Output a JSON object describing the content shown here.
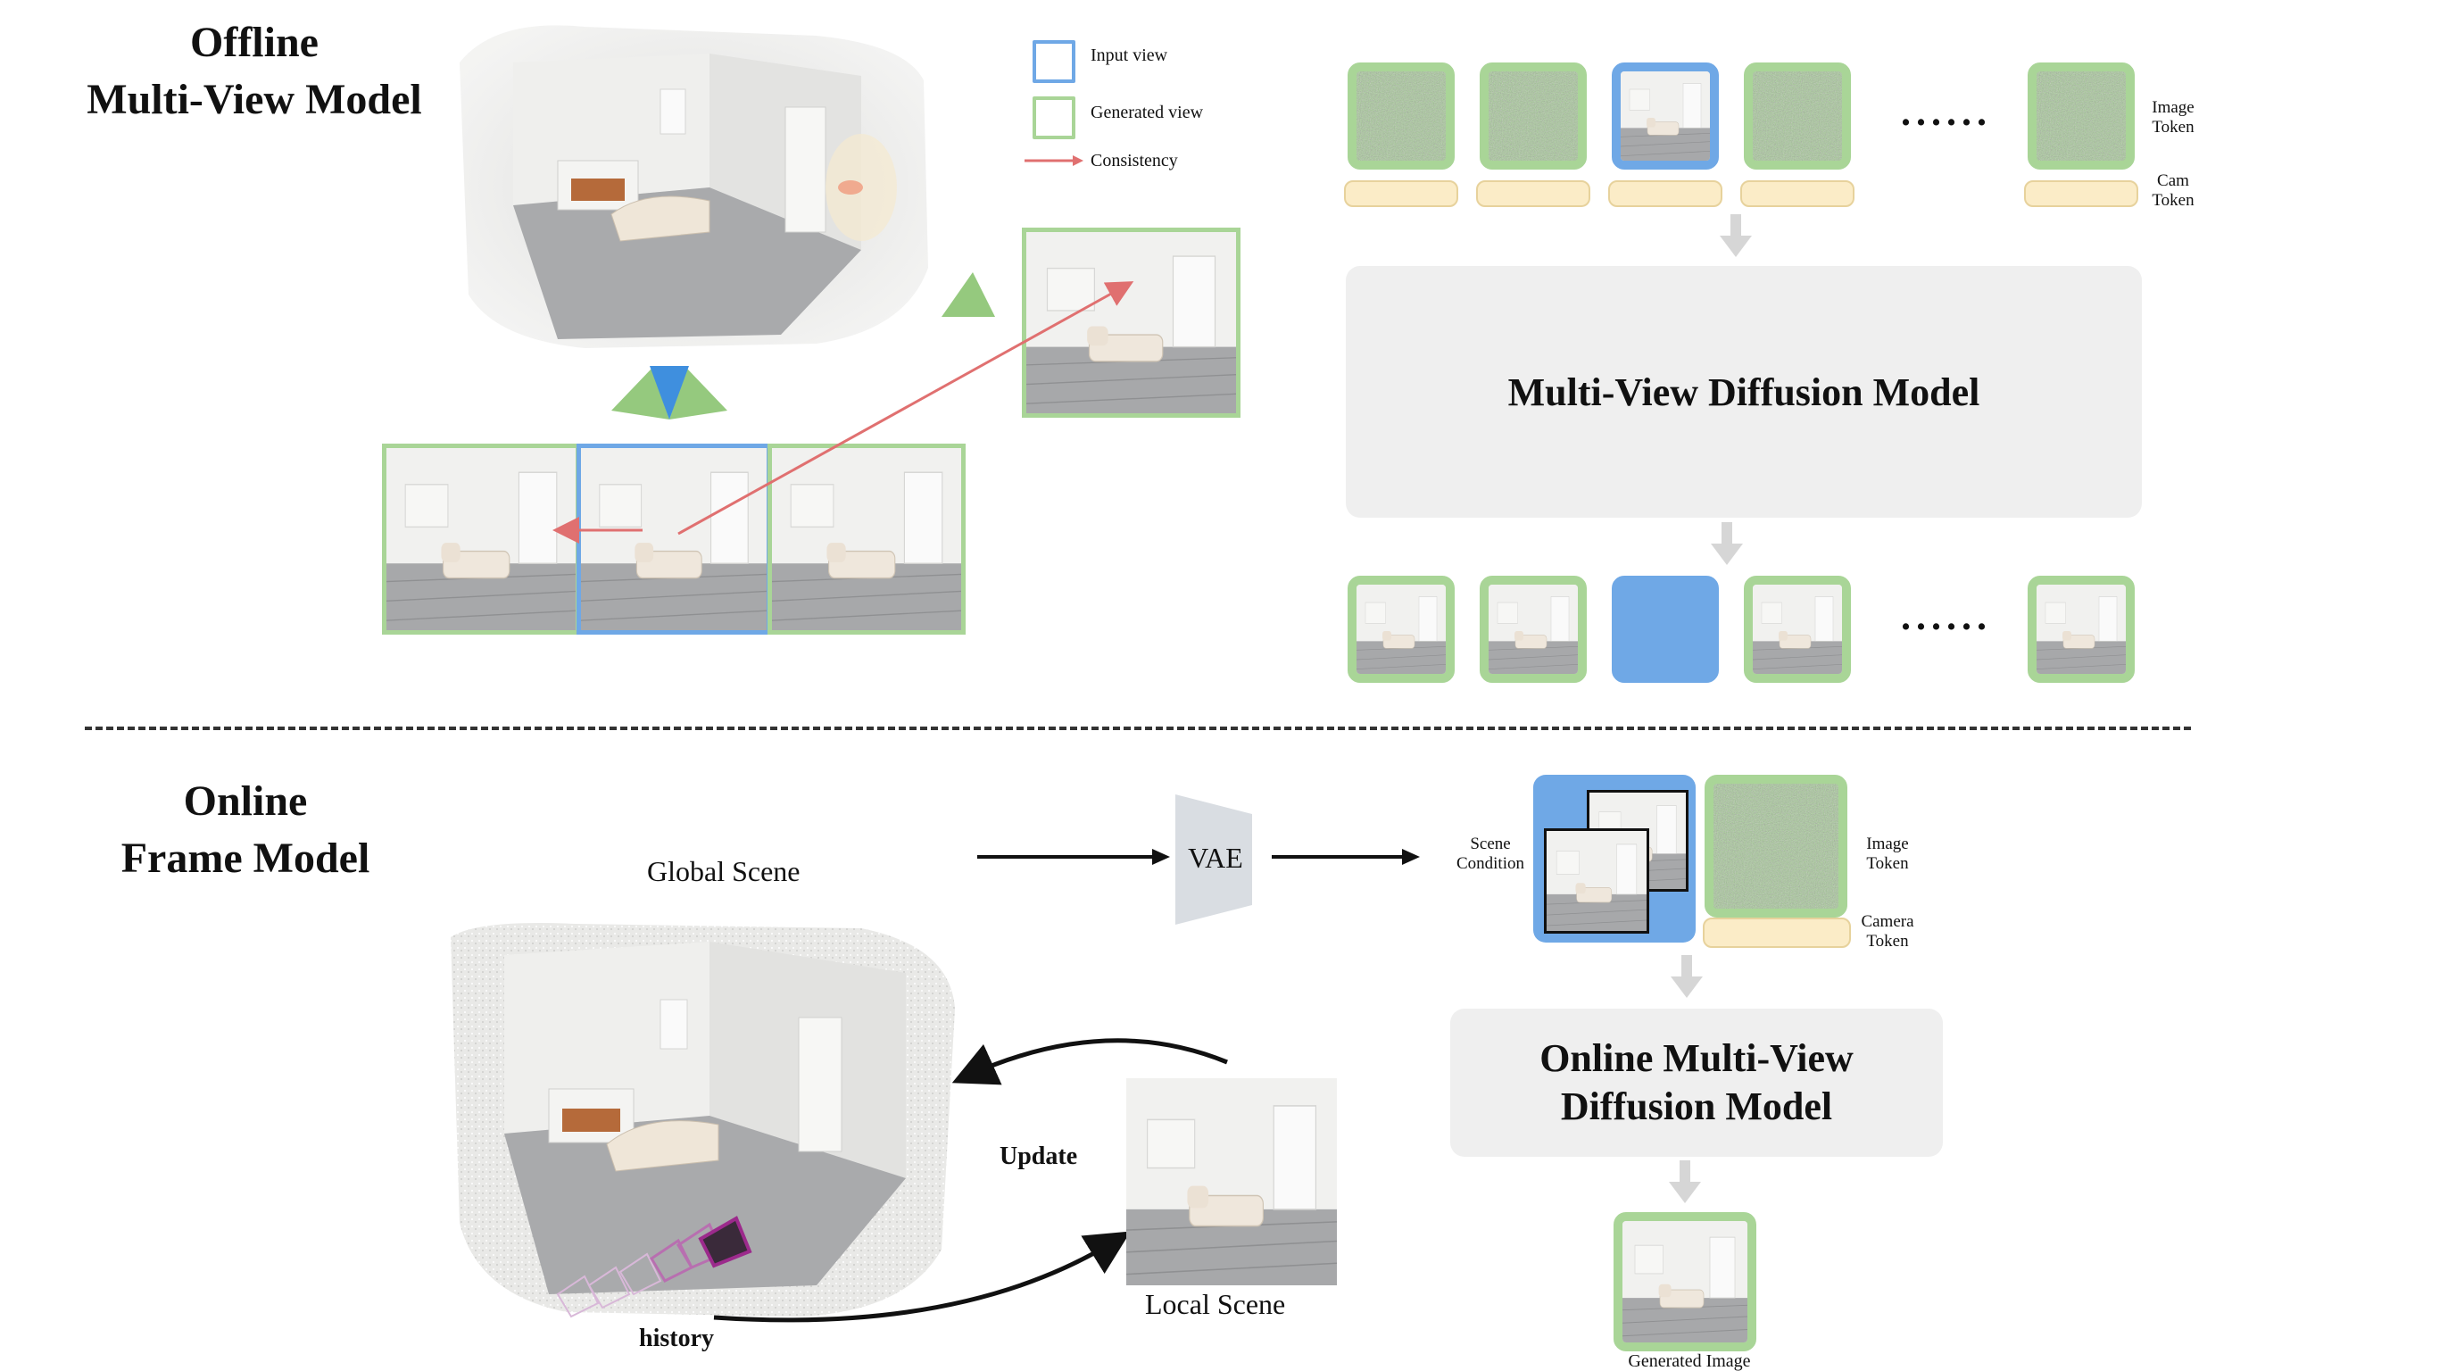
{
  "sections": {
    "offline_title": "Offline\nMulti-View Model",
    "online_title": "Online\nFrame Model"
  },
  "legend": {
    "input_view": "Input view",
    "generated_view": "Generated view",
    "consistency": "Consistency"
  },
  "offline": {
    "image_token_label": "Image\nToken",
    "cam_token_label": "Cam\nToken",
    "model_label": "Multi-View Diffusion Model",
    "dots": "......"
  },
  "online": {
    "global_scene": "Global Scene",
    "vae": "VAE",
    "scene_condition": "Scene\nCondition",
    "image_token_label": "Image\nToken",
    "camera_token_label": "Camera\nToken",
    "model_label": "Online Multi-View\nDiffusion Model",
    "update": "Update",
    "local_scene": "Local Scene",
    "history": "history",
    "generated_image": "Generated Image"
  },
  "colors": {
    "generated_green": "#a9d597",
    "input_blue": "#6fa8e6",
    "consistency_red": "#e07070",
    "cam_token_yellow": "#fbecc7",
    "box_gray": "#efefef"
  }
}
